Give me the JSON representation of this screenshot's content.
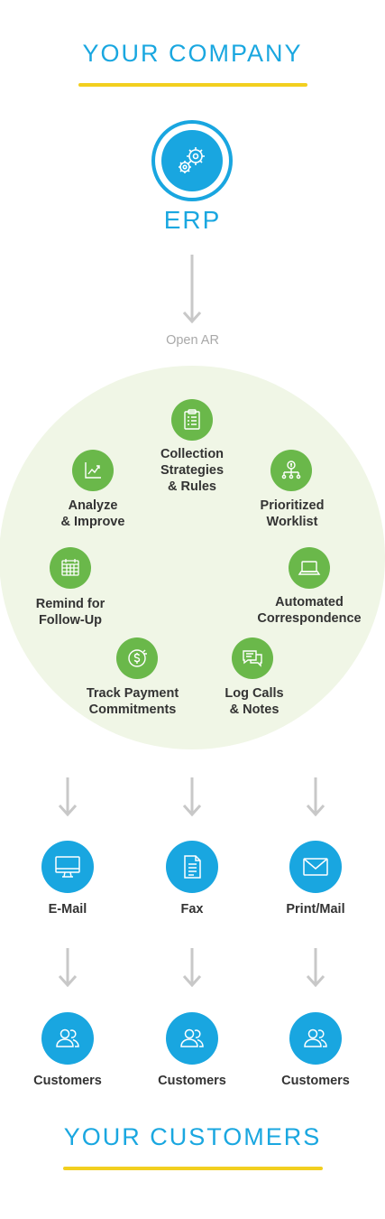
{
  "header": {
    "title": "YOUR COMPANY"
  },
  "erp": {
    "label": "ERP",
    "icon": "gears-icon"
  },
  "open_ar": {
    "label": "Open AR"
  },
  "cycle": {
    "items": [
      {
        "label_1": "Collection",
        "label_2": "Strategies",
        "label_3": "& Rules",
        "icon": "clipboard-icon"
      },
      {
        "label_1": "Prioritized",
        "label_2": "Worklist",
        "icon": "hierarchy-icon"
      },
      {
        "label_1": "Automated",
        "label_2": "Correspondence",
        "icon": "laptop-icon"
      },
      {
        "label_1": "Log Calls",
        "label_2": "& Notes",
        "icon": "chat-icon"
      },
      {
        "label_1": "Track Payment",
        "label_2": "Commitments",
        "icon": "dollar-icon"
      },
      {
        "label_1": "Remind for",
        "label_2": "Follow-Up",
        "icon": "calendar-icon"
      },
      {
        "label_1": "Analyze",
        "label_2": "& Improve",
        "icon": "chart-icon"
      }
    ]
  },
  "channels": [
    {
      "label": "E-Mail",
      "icon": "monitor-icon"
    },
    {
      "label": "Fax",
      "icon": "document-icon"
    },
    {
      "label": "Print/Mail",
      "icon": "envelope-icon"
    }
  ],
  "customers": [
    {
      "label": "Customers",
      "icon": "users-icon"
    },
    {
      "label": "Customers",
      "icon": "users-icon"
    },
    {
      "label": "Customers",
      "icon": "users-icon"
    }
  ],
  "footer": {
    "title": "YOUR CUSTOMERS"
  },
  "colors": {
    "blue": "#19a6e0",
    "green": "#6ab84a",
    "yellow": "#f2cf1f",
    "circle_bg": "#f0f6e6",
    "arrow": "#c8c8c8"
  }
}
